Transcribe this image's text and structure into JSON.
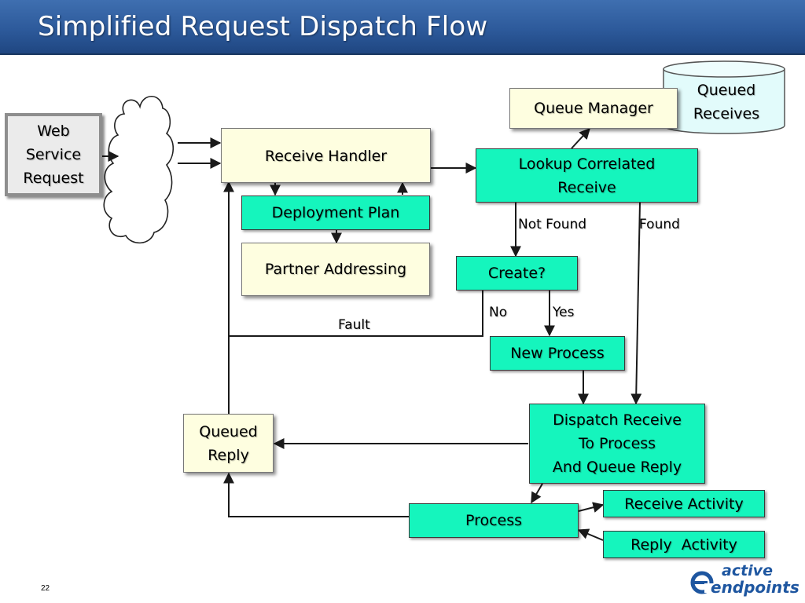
{
  "slide": {
    "title": "Simplified Request Dispatch Flow",
    "page_number": "22"
  },
  "nodes": {
    "web_service_request": [
      "Web",
      "Service",
      "Request"
    ],
    "receive_handler": "Receive Handler",
    "deployment_plan": "Deployment Plan",
    "partner_addressing": "Partner Addressing",
    "queue_manager": "Queue Manager",
    "queued_receives": [
      "Queued",
      "Receives"
    ],
    "lookup_correlated_receive": [
      "Lookup Correlated",
      "Receive"
    ],
    "create": "Create?",
    "new_process": "New Process",
    "dispatch_receive": [
      "Dispatch Receive",
      "To Process",
      "And Queue Reply"
    ],
    "queued_reply": [
      "Queued",
      "Reply"
    ],
    "process": "Process",
    "receive_activity": "Receive Activity",
    "reply_activity": "Reply  Activity"
  },
  "edge_labels": {
    "not_found": "Not Found",
    "found": "Found",
    "no": "No",
    "yes": "Yes",
    "fault": "Fault"
  },
  "logo": {
    "line1": "active",
    "line2": "endpoints"
  },
  "colors": {
    "title_bar": "#2d5a9b",
    "green_box": "#15f5bd",
    "cream_box": "#fefee0",
    "queued_receives_fill": "#e2fbfb",
    "logo_blue": "#1e56a0"
  }
}
